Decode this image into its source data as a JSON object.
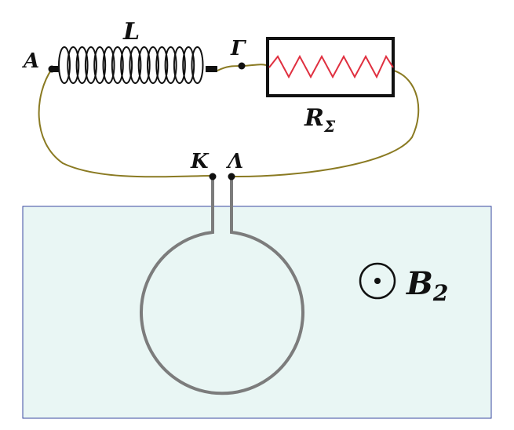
{
  "labels": {
    "inductor": "L",
    "point_a": "A",
    "point_gamma": "Γ",
    "resistor_main": "R",
    "resistor_sub": "Σ",
    "point_kappa": "K",
    "point_lambda": "Λ",
    "field_main": "B",
    "field_sub": "2"
  },
  "colors": {
    "wire": "#8a7a22",
    "loop": "#7c7c7c",
    "field_region_fill": "#e9f6f4",
    "field_region_border": "#3a4aa0",
    "resistor_zigzag": "#e03040",
    "resistor_box": "#111111",
    "coil": "#111111"
  },
  "icons": {
    "field_symbol": "circle-dot-out-of-page-icon"
  }
}
